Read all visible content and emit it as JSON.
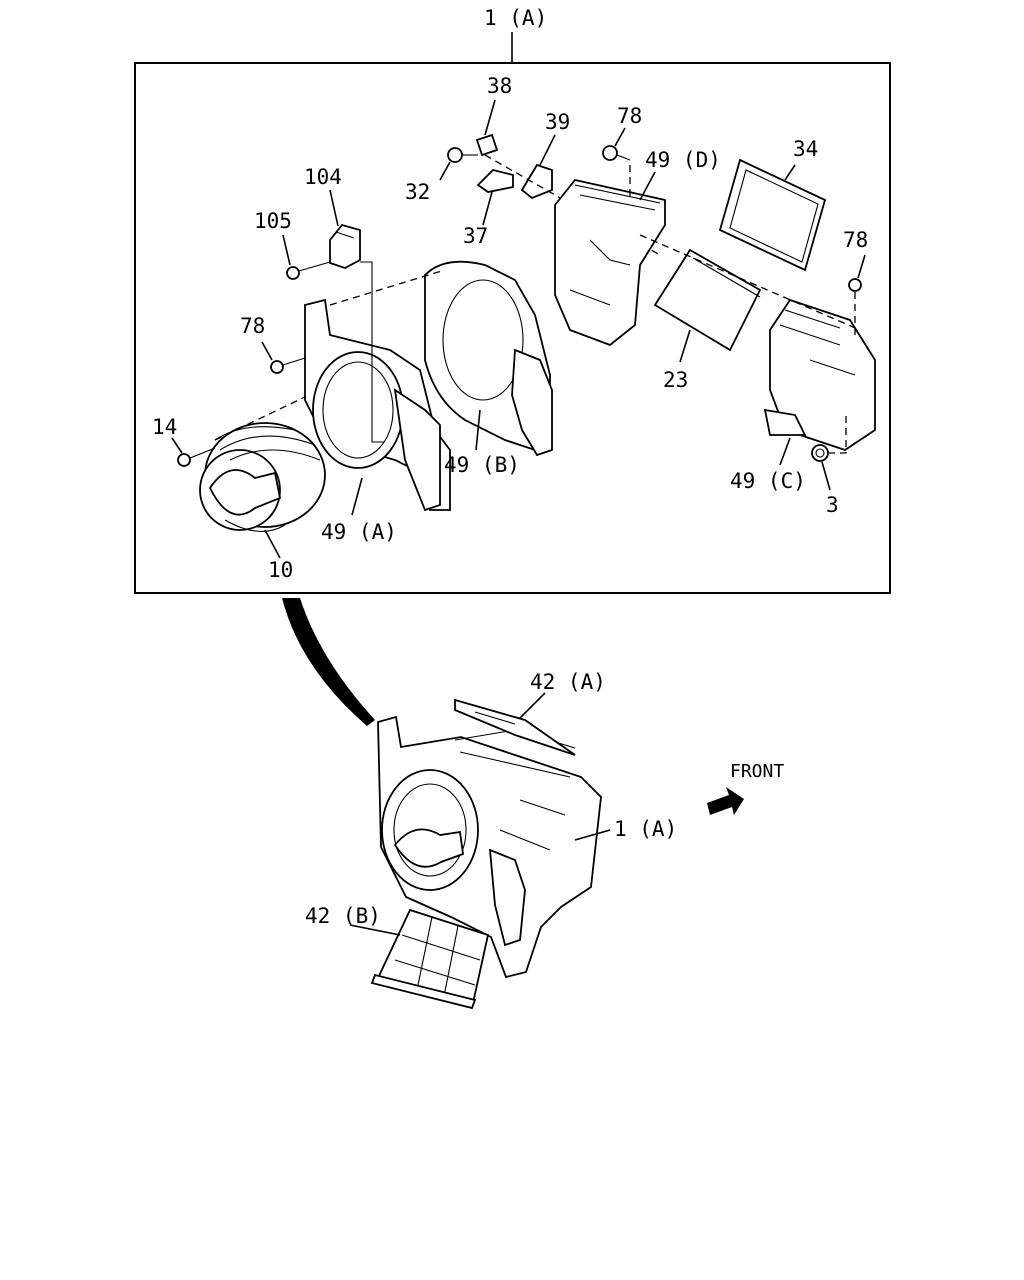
{
  "labels": {
    "assy_top": "1 (A)",
    "p38": "38",
    "p39": "39",
    "p78_top": "78",
    "p49d": "49 (D)",
    "p34": "34",
    "p32": "32",
    "p37": "37",
    "p104": "104",
    "p105": "105",
    "p78_right": "78",
    "p78_left": "78",
    "p23": "23",
    "p14": "14",
    "p49b": "49 (B)",
    "p49c": "49 (C)",
    "p3": "3",
    "p49a": "49 (A)",
    "p10": "10",
    "p42a": "42 (A)",
    "front": "FRONT",
    "assy_bottom": "1 (A)",
    "p42b": "42 (B)"
  }
}
